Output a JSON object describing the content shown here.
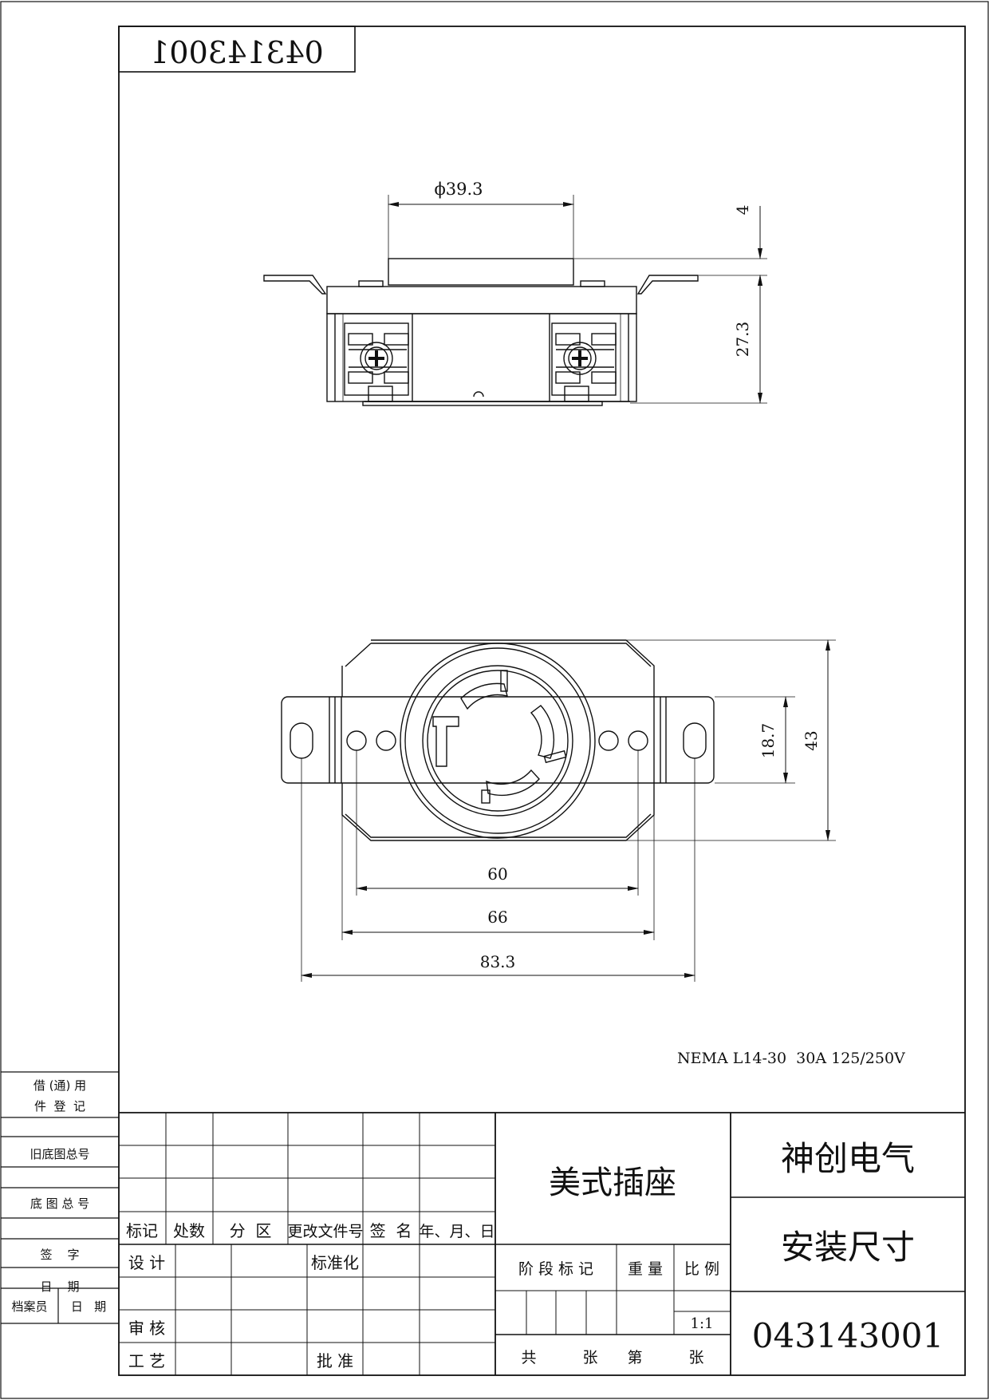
{
  "drawing": {
    "mirrored_number": "043143001",
    "spec": "NEMA L14-30  30A 125/250V",
    "dims": {
      "phi": "ϕ39.3",
      "d4": "4",
      "d27": "27.3",
      "d18": "18.7",
      "d43": "43",
      "d60": "60",
      "d66": "66",
      "d83": "83.3"
    }
  },
  "side_block": {
    "borrow_1": "借 (通) 用",
    "borrow_2": "件  登  记",
    "old_base": "旧底图总号",
    "base": "底 图 总 号",
    "sign": "签    字",
    "date": "日    期",
    "archivist": "档案员",
    "archivist_date": "日   期"
  },
  "title_block": {
    "h_mark": "标记",
    "h_count": "处数",
    "h_zone": "分  区",
    "h_doc": "更改文件号",
    "h_sign": "签  名",
    "h_date": "年、月、日",
    "design": "设 计",
    "standard": "标准化",
    "review": "审 核",
    "craft": "工 艺",
    "approve": "批 准",
    "product": "美式插座",
    "stage": "阶 段 标 记",
    "weight": "重 量",
    "scale_label": "比 例",
    "scale": "1:1",
    "gong": "共",
    "zhang1": "张",
    "di": "第",
    "zhang2": "张",
    "company": "神创电气",
    "doc_title": "安装尺寸",
    "drawing_no": "043143001"
  }
}
